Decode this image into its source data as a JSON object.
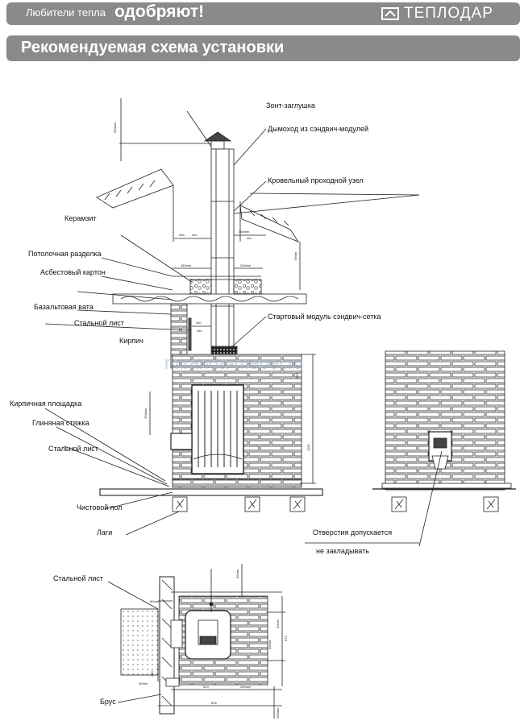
{
  "header": {
    "slogan_small": "Любители тепла",
    "slogan_big": "одобряют!",
    "brand": "ТЕПЛОДАР"
  },
  "title": "Рекомендуемая схема установки",
  "watermark": "miranda-mebel.ru",
  "labels": {
    "umbrella": "Зонт-заглушка",
    "chimney": "Дымоход из сэндвич-модулей",
    "roof_unit": "Кровельный проходной узел",
    "keramzit": "Керамзит",
    "ceiling_cut": "Потолочная разделка",
    "asbestos": "Асбестовый картон",
    "basalt": "Базальтовая вата",
    "steel_sheet_top": "Стальной лист",
    "start_module": "Стартовый модуль сэндвич-сетка",
    "brick": "Кирпич",
    "brick_platform": "Кирпичная площадка",
    "clay_screed": "Глиняная стяжка",
    "steel_sheet_mid": "Стальной лист",
    "finish_floor": "Чистовой пол",
    "joists": "Лаги",
    "holes_1": "Отверстия допускается",
    "holes_2": "не закладывать",
    "steel_sheet_plan": "Стальной лист",
    "beam": "Брус"
  },
  "dimensions": {
    "d500": "500mm",
    "d345a": "345",
    "min_a": "min",
    "d340": "340mm",
    "min_b": "min",
    "d345b": "345mm",
    "d345c": "345mm",
    "d70a": "70mm",
    "d260": "260",
    "min_c": "min",
    "d600": "600",
    "d1021": "1021",
    "d150": "150mm",
    "d50a": "50mm",
    "d50b": "50mm",
    "d50c": "50mm",
    "d674": "674",
    "d50d": "50mm",
    "d280": "280",
    "d513": "513",
    "d250": "250mm",
    "d816": "816",
    "d50e": "50mm",
    "d250b": "250mm"
  },
  "colors": {
    "bar": "#8a8a8a",
    "line": "#222222",
    "watermark": "#9db8d6"
  }
}
